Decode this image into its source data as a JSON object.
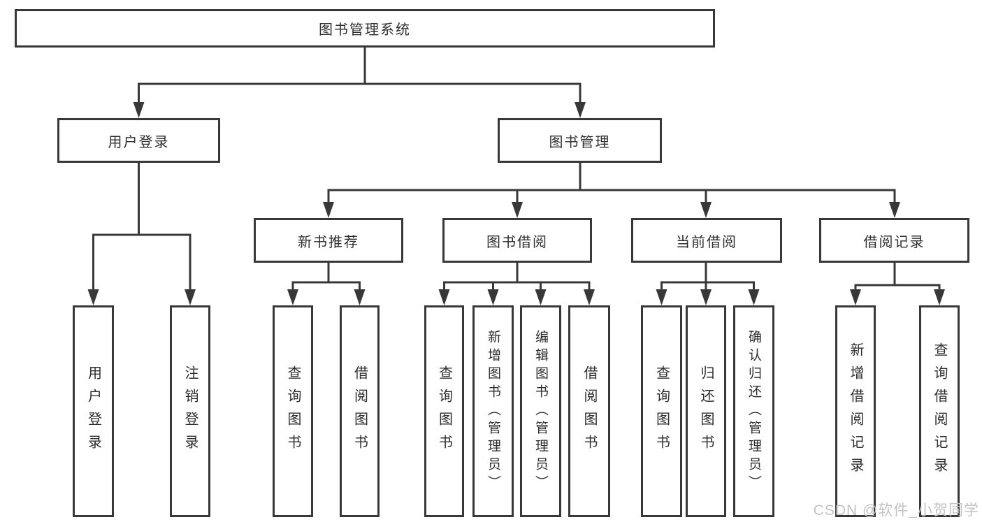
{
  "diagram": {
    "title": "图书管理系统",
    "type": "functional-structure-tree",
    "colors": {
      "background": "#ffffff",
      "line": "#383838",
      "box_border": "#383838",
      "text": "#2e2e2e",
      "watermark": "#c3c3c3"
    },
    "watermark": "CSDN @软件_小贺同学"
  },
  "tree": {
    "root": {
      "label": "图书管理系统"
    },
    "level1": [
      {
        "id": "user-login",
        "label": "用户登录"
      },
      {
        "id": "book-management",
        "label": "图书管理"
      }
    ],
    "level2": [
      {
        "id": "new-book-recommend",
        "label": "新书推荐",
        "parent": "图书管理"
      },
      {
        "id": "book-borrowing",
        "label": "图书借阅",
        "parent": "图书管理"
      },
      {
        "id": "current-borrowing",
        "label": "当前借阅",
        "parent": "图书管理"
      },
      {
        "id": "borrowing-records",
        "label": "借阅记录",
        "parent": "图书管理"
      }
    ],
    "leaves": [
      {
        "label": "用户登录",
        "parent": "用户登录"
      },
      {
        "label": "注销登录",
        "parent": "用户登录"
      },
      {
        "label": "查询图书",
        "parent": "新书推荐"
      },
      {
        "label": "借阅图书",
        "parent": "新书推荐"
      },
      {
        "label": "查询图书",
        "parent": "图书借阅"
      },
      {
        "label": "新增图书（管理员）",
        "parent": "图书借阅"
      },
      {
        "label": "编辑图书（管理员）",
        "parent": "图书借阅"
      },
      {
        "label": "借阅图书",
        "parent": "图书借阅"
      },
      {
        "label": "查询图书",
        "parent": "当前借阅"
      },
      {
        "label": "归还图书",
        "parent": "当前借阅"
      },
      {
        "label": "确认归还（管理员）",
        "parent": "当前借阅"
      },
      {
        "label": "新增借阅记录",
        "parent": "借阅记录"
      },
      {
        "label": "查询借阅记录",
        "parent": "借阅记录"
      }
    ]
  }
}
